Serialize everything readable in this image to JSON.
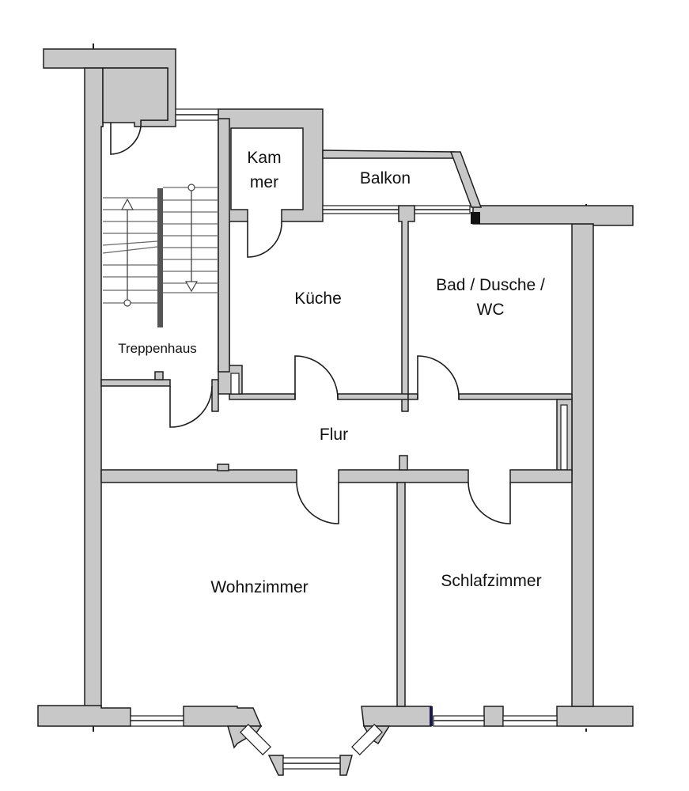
{
  "plan": {
    "background": "#ffffff",
    "wall_fill": "#c8c8c8",
    "line_color": "#1e1e1e",
    "rooms": {
      "kammer_line1": "Kam",
      "kammer_line2": "mer",
      "balkon": "Balkon",
      "kueche": "Küche",
      "bad_line1": "Bad / Dusche /",
      "bad_line2": "WC",
      "treppenhaus": "Treppenhaus",
      "flur": "Flur",
      "wohnzimmer": "Wohnzimmer",
      "schlafzimmer": "Schlafzimmer"
    }
  }
}
